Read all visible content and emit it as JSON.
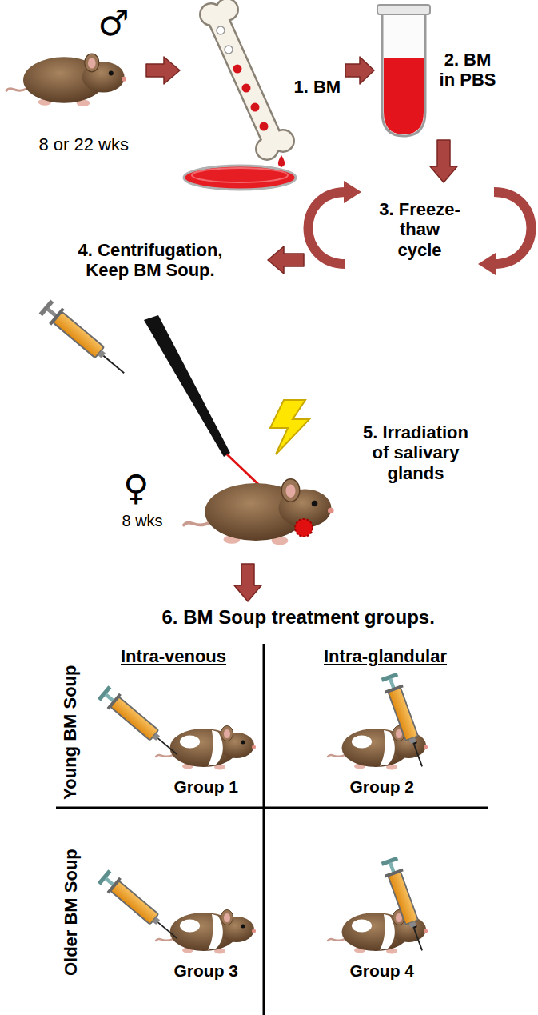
{
  "diagram": {
    "nodes": [
      {
        "text": [
          "♂",
          "8 or 22 wks"
        ]
      },
      {
        "text": [
          "1. BM"
        ]
      },
      {
        "text": [
          "2. BM in PBS"
        ]
      },
      {
        "text": [
          "3. Freeze-thaw cycle"
        ]
      },
      {
        "text": [
          "4. Centrifugation, Keep BM Soup."
        ]
      },
      {
        "text": [
          "♀",
          "8 wks",
          "5. Irradiation of salivary glands"
        ]
      },
      {
        "text": [
          "6. BM Soup treatment groups."
        ]
      },
      {
        "text": [
          "Group 1"
        ]
      },
      {
        "text": [
          "Group 2"
        ]
      },
      {
        "text": [
          "Group 3"
        ]
      },
      {
        "text": [
          "Group 4"
        ]
      }
    ],
    "edges": [
      {
        "from": 0,
        "to": 1,
        "arrow": "to"
      },
      {
        "from": 1,
        "to": 2,
        "arrow": "to"
      },
      {
        "from": 2,
        "to": 3,
        "arrow": "to"
      },
      {
        "from": 3,
        "to": 4,
        "arrow": "to"
      },
      {
        "from": 5,
        "to": 6,
        "arrow": "to"
      }
    ],
    "labels": [
      "Intra-venous",
      "Intra-glandular",
      "Young BM Soup",
      "Older BM Soup"
    ]
  }
}
